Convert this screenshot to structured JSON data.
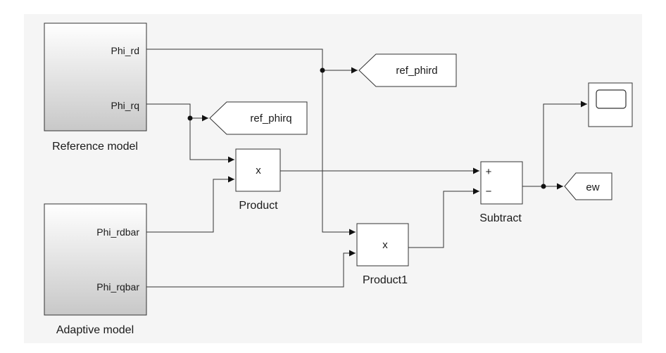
{
  "blocks": {
    "reference_model": {
      "label": "Reference model",
      "ports": {
        "out1": "Phi_rd",
        "out2": "Phi_rq"
      }
    },
    "adaptive_model": {
      "label": "Adaptive model",
      "ports": {
        "out1": "Phi_rdbar",
        "out2": "Phi_rqbar"
      }
    },
    "product": {
      "label": "Product",
      "symbol": "x"
    },
    "product1": {
      "label": "Product1",
      "symbol": "x"
    },
    "subtract": {
      "label": "Subtract",
      "plus": "+",
      "minus": "−"
    },
    "goto_phirq": {
      "tag": "ref_phirq"
    },
    "goto_phird": {
      "tag": "ref_phird"
    },
    "goto_ew": {
      "tag": "ew"
    },
    "scope": {
      "icon": "scope-icon"
    }
  },
  "colors": {
    "background": "#f5f5f5",
    "block_fill": "#ffffff",
    "wire": "#333333"
  }
}
